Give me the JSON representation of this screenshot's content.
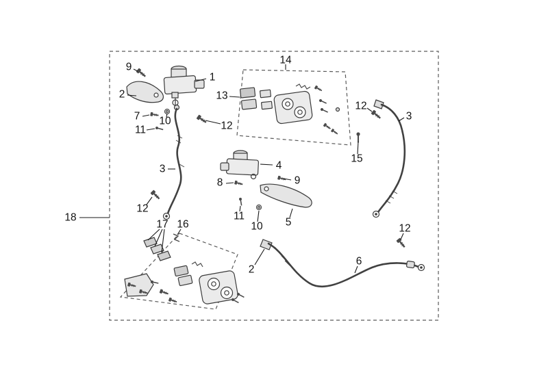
{
  "diagram": {
    "type": "exploded-parts-diagram",
    "background_color": "#ffffff",
    "line_color": "#3a3a3a",
    "label_color": "#121212"
  },
  "callouts": [
    {
      "label": "9"
    },
    {
      "label": "1"
    },
    {
      "label": "2"
    },
    {
      "label": "13"
    },
    {
      "label": "14"
    },
    {
      "label": "7"
    },
    {
      "label": "10"
    },
    {
      "label": "11"
    },
    {
      "label": "12"
    },
    {
      "label": "12"
    },
    {
      "label": "3"
    },
    {
      "label": "15"
    },
    {
      "label": "3"
    },
    {
      "label": "4"
    },
    {
      "label": "8"
    },
    {
      "label": "9"
    },
    {
      "label": "12"
    },
    {
      "label": "11"
    },
    {
      "label": "10"
    },
    {
      "label": "5"
    },
    {
      "label": "17"
    },
    {
      "label": "16"
    },
    {
      "label": "2"
    },
    {
      "label": "6"
    },
    {
      "label": "12"
    },
    {
      "label": "18"
    }
  ]
}
